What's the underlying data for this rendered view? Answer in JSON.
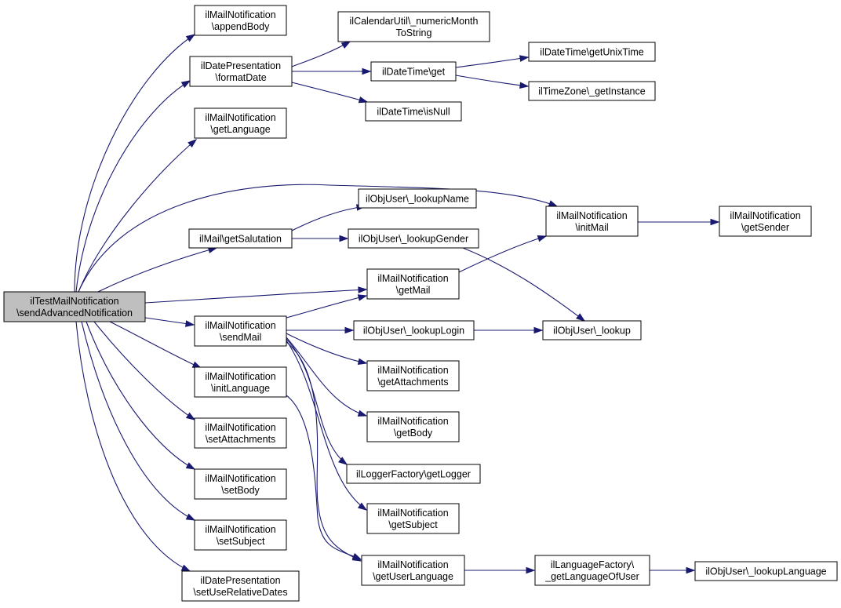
{
  "colors": {
    "edge": "#191970",
    "root_fill": "#bfbfbf",
    "node_fill": "#ffffff",
    "node_border": "#000000"
  },
  "nodes": {
    "root": [
      "ilTestMailNotification",
      "\\sendAdvancedNotification"
    ],
    "appendBody": [
      "ilMailNotification",
      "\\appendBody"
    ],
    "formatDate": [
      "ilDatePresentation",
      "\\formatDate"
    ],
    "getLanguage": [
      "ilMailNotification",
      "\\getLanguage"
    ],
    "getSalutation": [
      "ilMail\\getSalutation"
    ],
    "sendMail": [
      "ilMailNotification",
      "\\sendMail"
    ],
    "initLanguage": [
      "ilMailNotification",
      "\\initLanguage"
    ],
    "setAttachments": [
      "ilMailNotification",
      "\\setAttachments"
    ],
    "setBody": [
      "ilMailNotification",
      "\\setBody"
    ],
    "setSubject": [
      "ilMailNotification",
      "\\setSubject"
    ],
    "setUseRelativeDates": [
      "ilDatePresentation",
      "\\setUseRelativeDates"
    ],
    "numericMonth": [
      "ilCalendarUtil\\_numericMonth",
      "ToString"
    ],
    "dtGet": [
      "ilDateTime\\get"
    ],
    "dtIsNull": [
      "ilDateTime\\isNull"
    ],
    "getUnixTime": [
      "ilDateTime\\getUnixTime"
    ],
    "tzGetInstance": [
      "ilTimeZone\\_getInstance"
    ],
    "lookupName": [
      "ilObjUser\\_lookupName"
    ],
    "lookupGender": [
      "ilObjUser\\_lookupGender"
    ],
    "getMail": [
      "ilMailNotification",
      "\\getMail"
    ],
    "lookupLogin": [
      "ilObjUser\\_lookupLogin"
    ],
    "getAttachments": [
      "ilMailNotification",
      "\\getAttachments"
    ],
    "getBody": [
      "ilMailNotification",
      "\\getBody"
    ],
    "getLogger": [
      "ilLoggerFactory\\getLogger"
    ],
    "getSubject": [
      "ilMailNotification",
      "\\getSubject"
    ],
    "getUserLanguage": [
      "ilMailNotification",
      "\\getUserLanguage"
    ],
    "initMail": [
      "ilMailNotification",
      "\\initMail"
    ],
    "lookup": [
      "ilObjUser\\_lookup"
    ],
    "getSender": [
      "ilMailNotification",
      "\\getSender"
    ],
    "getLanguageOfUser": [
      "ilLanguageFactory\\",
      "_getLanguageOfUser"
    ],
    "lookupLanguage": [
      "ilObjUser\\_lookupLanguage"
    ]
  },
  "edges": [
    [
      "root",
      "appendBody"
    ],
    [
      "root",
      "formatDate"
    ],
    [
      "root",
      "getLanguage"
    ],
    [
      "root",
      "getSalutation"
    ],
    [
      "root",
      "initMail"
    ],
    [
      "root",
      "getMail"
    ],
    [
      "root",
      "sendMail"
    ],
    [
      "root",
      "initLanguage"
    ],
    [
      "root",
      "setAttachments"
    ],
    [
      "root",
      "setBody"
    ],
    [
      "root",
      "setSubject"
    ],
    [
      "root",
      "setUseRelativeDates"
    ],
    [
      "formatDate",
      "numericMonth"
    ],
    [
      "formatDate",
      "dtGet"
    ],
    [
      "formatDate",
      "dtIsNull"
    ],
    [
      "dtGet",
      "getUnixTime"
    ],
    [
      "dtGet",
      "tzGetInstance"
    ],
    [
      "getSalutation",
      "lookupName"
    ],
    [
      "getSalutation",
      "lookupGender"
    ],
    [
      "lookupGender",
      "lookup"
    ],
    [
      "getMail",
      "initMail"
    ],
    [
      "initMail",
      "getSender"
    ],
    [
      "sendMail",
      "getMail"
    ],
    [
      "sendMail",
      "lookupLogin"
    ],
    [
      "sendMail",
      "getAttachments"
    ],
    [
      "sendMail",
      "getBody"
    ],
    [
      "sendMail",
      "getLogger"
    ],
    [
      "sendMail",
      "getSubject"
    ],
    [
      "sendMail",
      "getUserLanguage"
    ],
    [
      "lookupLogin",
      "lookup"
    ],
    [
      "initLanguage",
      "getUserLanguage"
    ],
    [
      "getUserLanguage",
      "getLanguageOfUser"
    ],
    [
      "getLanguageOfUser",
      "lookupLanguage"
    ]
  ]
}
